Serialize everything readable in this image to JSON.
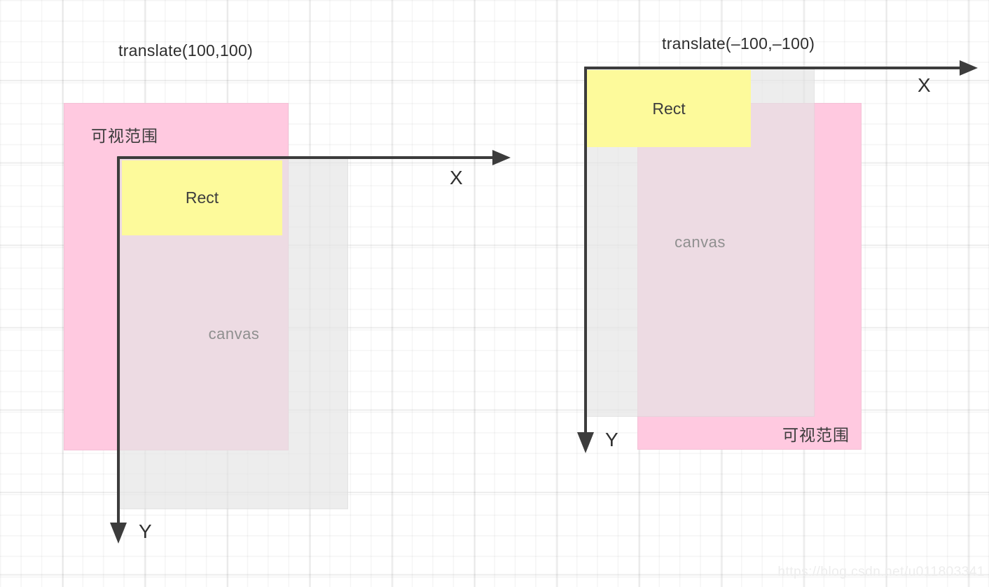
{
  "colors": {
    "viewport_pink": "#ffc9e0",
    "rect_yellow": "#fdfa9b",
    "canvas_gray": "rgba(228,228,228,0.66)",
    "axis": "#3c3c3c"
  },
  "diagrams": [
    {
      "title": "translate(100,100)",
      "viewport_label": "可视范围",
      "canvas_label": "canvas",
      "rect_label": "Rect",
      "x_axis_label": "X",
      "y_axis_label": "Y"
    },
    {
      "title": "translate(–100,–100)",
      "viewport_label": "可视范围",
      "canvas_label": "canvas",
      "rect_label": "Rect",
      "x_axis_label": "X",
      "y_axis_label": "Y"
    }
  ],
  "watermark": "https://blog.csdn.net/u011803341"
}
